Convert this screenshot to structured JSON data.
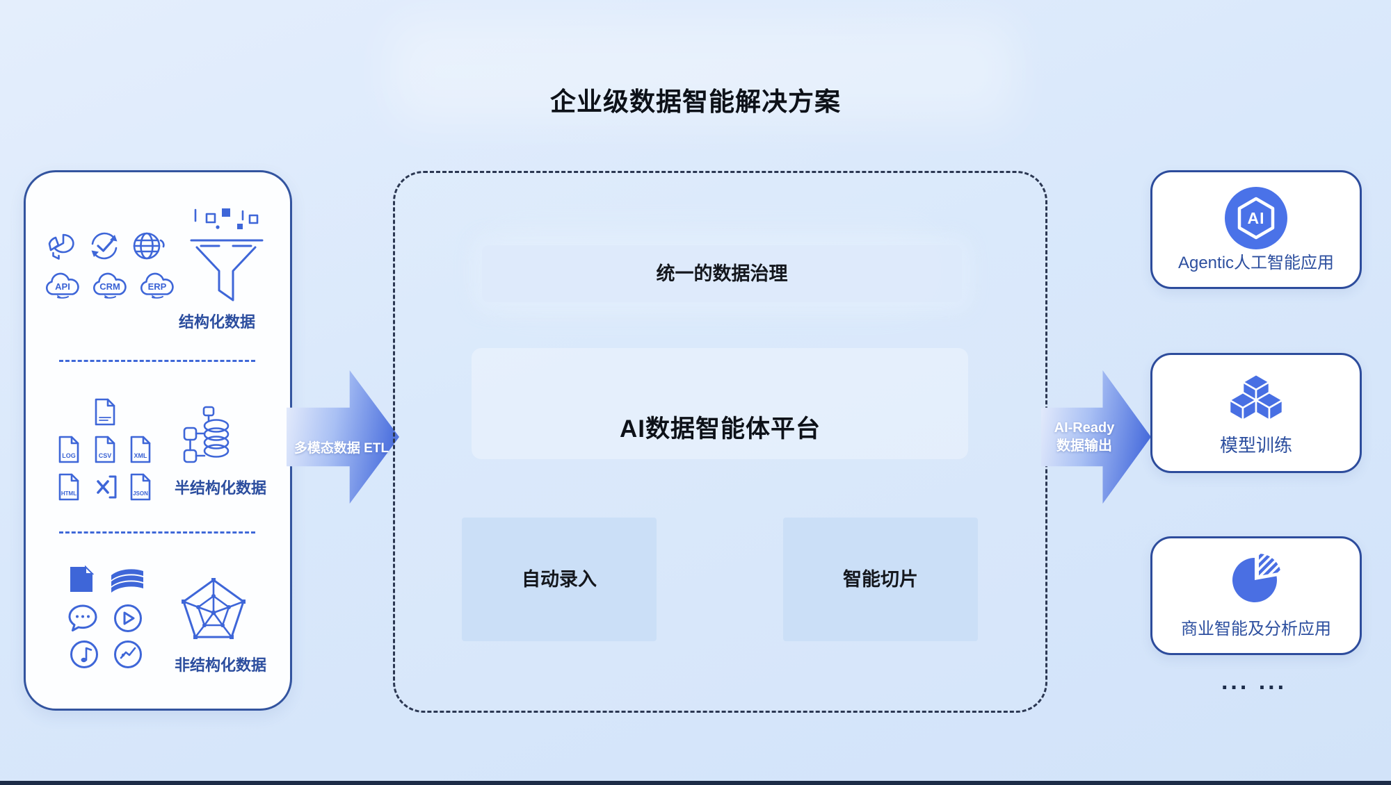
{
  "title": "企业级数据智能解决方案",
  "left_panel": {
    "sections": [
      {
        "label": "结构化数据",
        "cloud_labels": [
          "API",
          "CRM",
          "ERP"
        ],
        "icons": [
          "pie-chart-3d",
          "sync-check",
          "globe",
          "funnel-data"
        ]
      },
      {
        "label": "半结构化数据",
        "file_labels": [
          "LOG",
          "CSV",
          "XML",
          "HTML",
          "JSON"
        ],
        "icons": [
          "file",
          "excel-file",
          "database-coil"
        ]
      },
      {
        "label": "非结构化数据",
        "icons": [
          "document",
          "books",
          "chat-bubble",
          "play-circle",
          "music-note",
          "line-chart",
          "pentagon-radar"
        ]
      }
    ]
  },
  "arrows": {
    "left_label": "多模态数据 ETL",
    "right_label_line1": "AI-Ready",
    "right_label_line2": "数据输出"
  },
  "platform": {
    "governance_label": "统一的数据治理",
    "title": "AI数据智能体平台",
    "modules": [
      "自动录入",
      "智能切片"
    ]
  },
  "outputs": [
    {
      "label": "Agentic人工智能应用",
      "icon": "ai-hexagon"
    },
    {
      "label": "模型训练",
      "icon": "cubes"
    },
    {
      "label": "商业智能及分析应用",
      "icon": "pie-chart"
    }
  ],
  "more_indicator": "... ...",
  "colors": {
    "background": "#d8e7fa",
    "accent_blue": "#3e66d8",
    "border_navy": "#2d4c9c",
    "arrow_deep": "#3d63da",
    "module_fill": "#cbdff7",
    "dashed_border": "#2b3752"
  }
}
